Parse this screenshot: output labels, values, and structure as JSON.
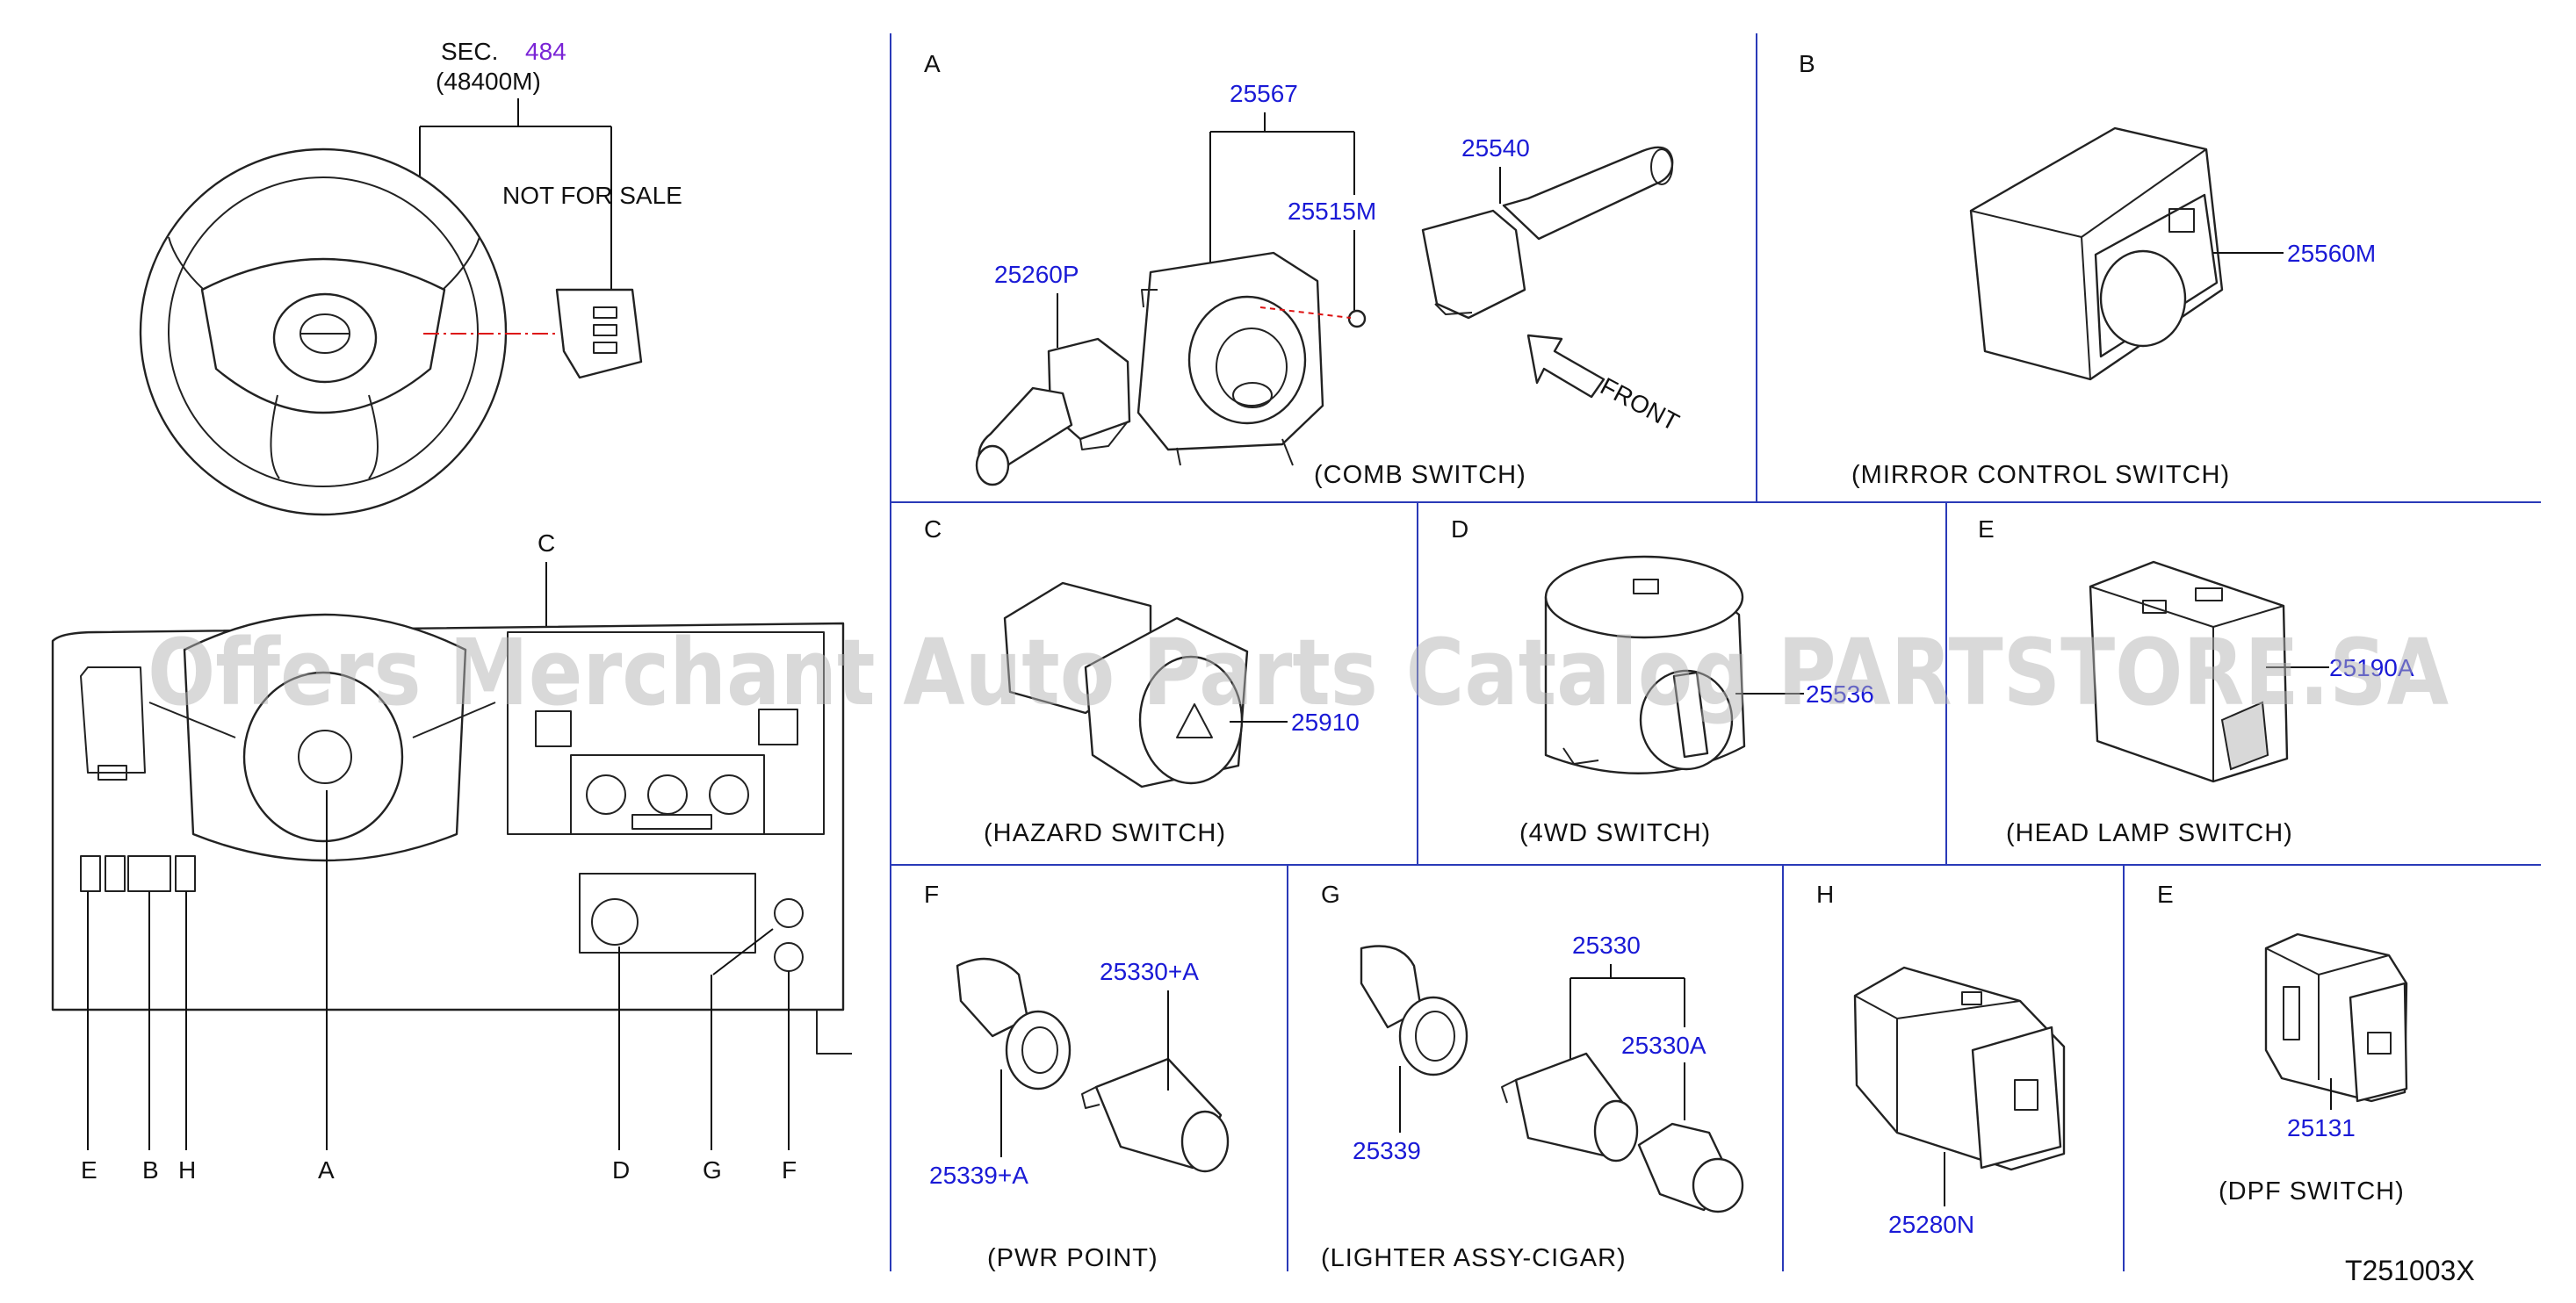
{
  "overview": {
    "sec_prefix": "SEC.",
    "sec_number": "484",
    "sec_sub": "(48400M)",
    "not_for_sale": "NOT   FOR   SALE",
    "callout_c": "C",
    "dash_labels": [
      "E",
      "B",
      "H",
      "A",
      "D",
      "G",
      "F"
    ]
  },
  "panels": {
    "A": {
      "letter": "A",
      "caption": "(COMB   SWITCH)",
      "parts": [
        "25567",
        "25515M",
        "25540",
        "25260P"
      ],
      "front": "FRONT"
    },
    "B": {
      "letter": "B",
      "caption": "(MIRROR   CONTROL   SWITCH)",
      "parts": [
        "25560M"
      ]
    },
    "C": {
      "letter": "C",
      "caption": "(HAZARD   SWITCH)",
      "parts": [
        "25910"
      ]
    },
    "D": {
      "letter": "D",
      "caption": "(4WD   SWITCH)",
      "parts": [
        "25536"
      ]
    },
    "E1": {
      "letter": "E",
      "caption": "(HEAD   LAMP   SWITCH)",
      "parts": [
        "25190A"
      ]
    },
    "F": {
      "letter": "F",
      "caption": "(PWR   POINT)",
      "parts": [
        "25330+A",
        "25339+A"
      ]
    },
    "G": {
      "letter": "G",
      "caption": "(LIGHTER   ASSY-CIGAR)",
      "parts": [
        "25330",
        "25330A",
        "25339"
      ]
    },
    "H": {
      "letter": "H",
      "caption": "",
      "parts": [
        "25280N"
      ]
    },
    "E2": {
      "letter": "E",
      "caption": "(DPF   SWITCH)",
      "parts": [
        "25131"
      ]
    }
  },
  "footer": {
    "code": "T251003X"
  },
  "watermark": "Offers Merchant Auto Parts Catalog PARTSTORE.SA"
}
